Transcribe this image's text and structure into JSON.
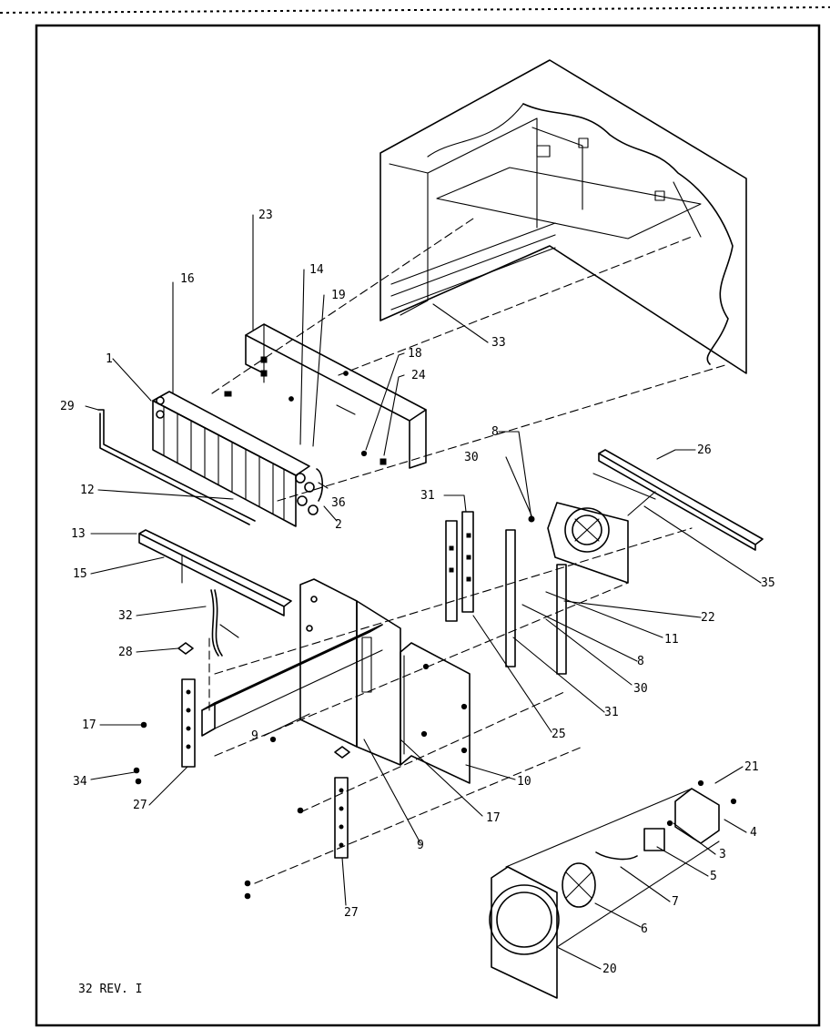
{
  "footer_label": "32 REV. I",
  "callouts": {
    "c1": "1",
    "c2": "2",
    "c3": "3",
    "c4": "4",
    "c5": "5",
    "c6": "6",
    "c7": "7",
    "c8a": "8",
    "c8b": "8",
    "c9a": "9",
    "c9b": "9",
    "c10": "10",
    "c11": "11",
    "c12": "12",
    "c13": "13",
    "c14": "14",
    "c15": "15",
    "c16": "16",
    "c17a": "17",
    "c17b": "17",
    "c18": "18",
    "c19": "19",
    "c20": "20",
    "c21": "21",
    "c22": "22",
    "c23": "23",
    "c24": "24",
    "c25": "25",
    "c26": "26",
    "c27a": "27",
    "c27b": "27",
    "c28": "28",
    "c29": "29",
    "c30a": "30",
    "c30b": "30",
    "c31a": "31",
    "c31b": "31",
    "c32": "32",
    "c33": "33",
    "c34": "34",
    "c35": "35",
    "c36": "36"
  }
}
